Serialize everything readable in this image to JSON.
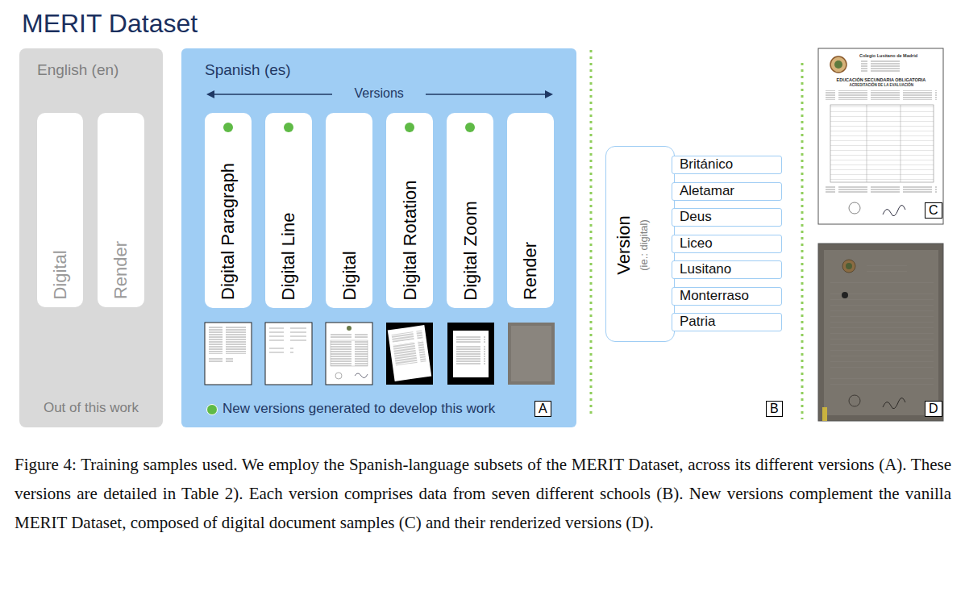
{
  "diagram": {
    "title": "MERIT Dataset",
    "caption": "Figure 4: Training samples used. We employ the Spanish-language subsets of the MERIT Dataset, across its different versions (A). These versions are detailed in Table 2). Each version comprises data from seven different schools (B). New versions complement the vanilla MERIT Dataset, composed of digital document samples (C) and their renderized versions (D).",
    "nodes": [
      {
        "text": [
          "English (en)",
          "Out of this work"
        ]
      },
      {
        "text": [
          "Digital"
        ],
        "in": 0
      },
      {
        "text": [
          "Render"
        ],
        "in": 0
      },
      {
        "text": [
          "Spanish (es)"
        ]
      },
      {
        "text": [
          "Digital Paragraph"
        ],
        "in": 3
      },
      {
        "text": [
          "Digital Line"
        ],
        "in": 3
      },
      {
        "text": [
          "Digital"
        ],
        "in": 3
      },
      {
        "text": [
          "Digital Rotation"
        ],
        "in": 3
      },
      {
        "text": [
          "Digital Zoom"
        ],
        "in": 3
      },
      {
        "text": [
          "Render"
        ],
        "in": 3
      },
      {
        "text": [
          "Version",
          "(ie.: digital)"
        ]
      },
      {
        "text": [
          "Británico"
        ]
      },
      {
        "text": [
          "Aletamar"
        ]
      },
      {
        "text": [
          "Deus"
        ]
      },
      {
        "text": [
          "Liceo"
        ]
      },
      {
        "text": [
          "Lusitano"
        ]
      },
      {
        "text": [
          "Monterraso"
        ]
      },
      {
        "text": [
          "Patria"
        ]
      }
    ],
    "labels": [
      "Versions",
      "A",
      "B",
      "C",
      "D",
      "Colegio Lusitano de Madrid",
      "EDUCACIÓN SECUNDARIA OBLIGATORIA",
      "ACREDITACIÓN DE LA EVALUACIÓN"
    ],
    "legend": [
      {
        "text": "New versions generated to develop this work",
        "color": "#5fba46"
      }
    ]
  }
}
